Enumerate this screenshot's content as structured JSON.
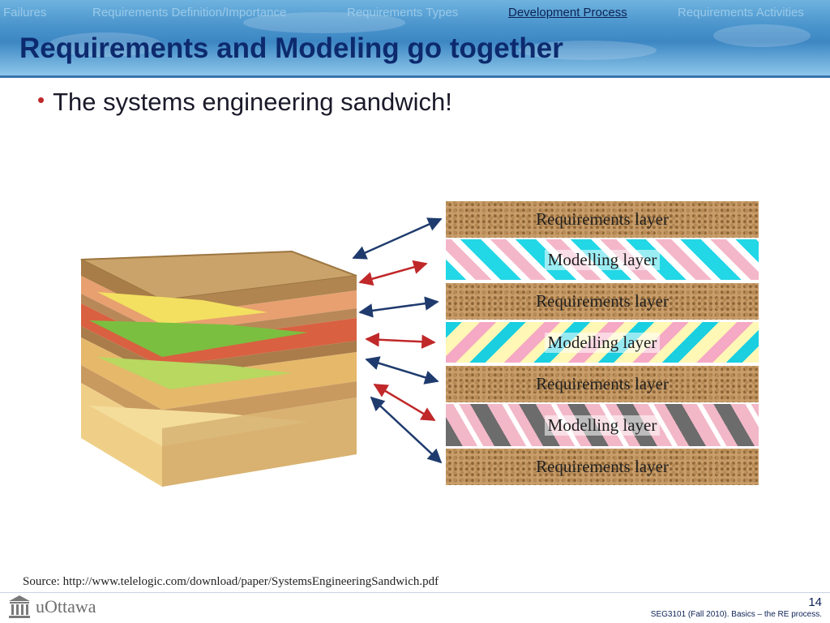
{
  "nav": {
    "items": [
      {
        "label": "Failures",
        "active": false
      },
      {
        "label": "Requirements Definition/Importance",
        "active": false
      },
      {
        "label": "Requirements Types",
        "active": false
      },
      {
        "label": "Development Process",
        "active": true
      },
      {
        "label": "Requirements Activities",
        "active": false
      }
    ]
  },
  "slide": {
    "title": "Requirements and Modeling go together",
    "bullet": "The systems engineering sandwich!"
  },
  "figure": {
    "layers": [
      {
        "label": "Requirements layer",
        "kind": "requirements"
      },
      {
        "label": "Modelling layer",
        "kind": "modelling"
      },
      {
        "label": "Requirements layer",
        "kind": "requirements"
      },
      {
        "label": "Modelling layer",
        "kind": "modelling"
      },
      {
        "label": "Requirements layer",
        "kind": "requirements"
      },
      {
        "label": "Modelling layer",
        "kind": "modelling"
      },
      {
        "label": "Requirements layer",
        "kind": "requirements"
      }
    ],
    "arrow_colors": {
      "requirements": "#1f3b6e",
      "modelling": "#c0282a"
    }
  },
  "footer": {
    "source": "Source: http://www.telelogic.com/download/paper/SystemsEngineeringSandwich.pdf",
    "logo_text": "uOttawa",
    "page_number": "14",
    "course": "SEG3101 (Fall 2010).   Basics – the RE process."
  }
}
